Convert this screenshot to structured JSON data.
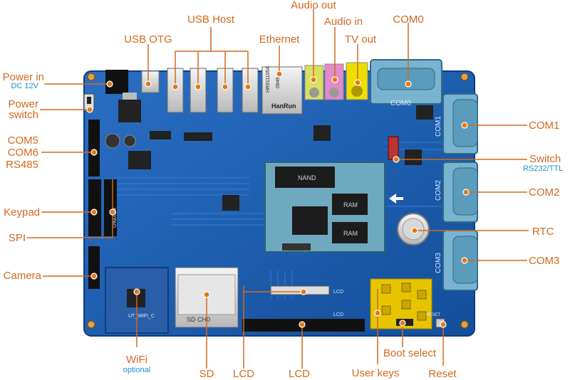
{
  "labels": {
    "power_in": "Power in",
    "power_in_sub": "DC 12V",
    "power_switch_1": "Power",
    "power_switch_2": "switch",
    "com5": "COM5",
    "com6": "COM6",
    "rs485": "RS485",
    "keypad": "Keypad",
    "spi": "SPI",
    "camera": "Camera",
    "usb_otg": "USB OTG",
    "usb_host": "USB Host",
    "ethernet": "Ethernet",
    "audio_out": "Audio out",
    "audio_in": "Audio in",
    "tv_out": "TV out",
    "com0": "COM0",
    "com1": "COM1",
    "switch": "Switch",
    "switch_sub": "RS232/TTL",
    "com2": "COM2",
    "rtc": "RTC",
    "com3": "COM3",
    "wifi": "WiFi",
    "wifi_sub": "optional",
    "sd": "SD",
    "lcd_1": "LCD",
    "lcd_2": "LCD",
    "user_keys": "User keys",
    "boot_select": "Boot select",
    "reset": "Reset"
  },
  "board_text": {
    "nand": "NAND",
    "ram_1": "RAM",
    "ram_2": "RAM",
    "hanrun": "HanRun",
    "hr_part": "HR911105A",
    "hr_code": "0949",
    "com0": "COM0",
    "com1": "COM1",
    "com2": "COM2",
    "com3": "COM3",
    "sd_card": "SD CH0",
    "wifi_mod": "UT_WIFI_C",
    "lcd_a": "LCD",
    "lcd_b": "LCD",
    "keypad": "KEYPAD",
    "reset": "RESET"
  },
  "colors": {
    "label": "#d2691e",
    "sublabel": "#1f8fcf",
    "board": "#1a5fb4",
    "board_dark": "#0d3d80",
    "connector": "#7ab3cf",
    "keys": "#e8c400"
  }
}
